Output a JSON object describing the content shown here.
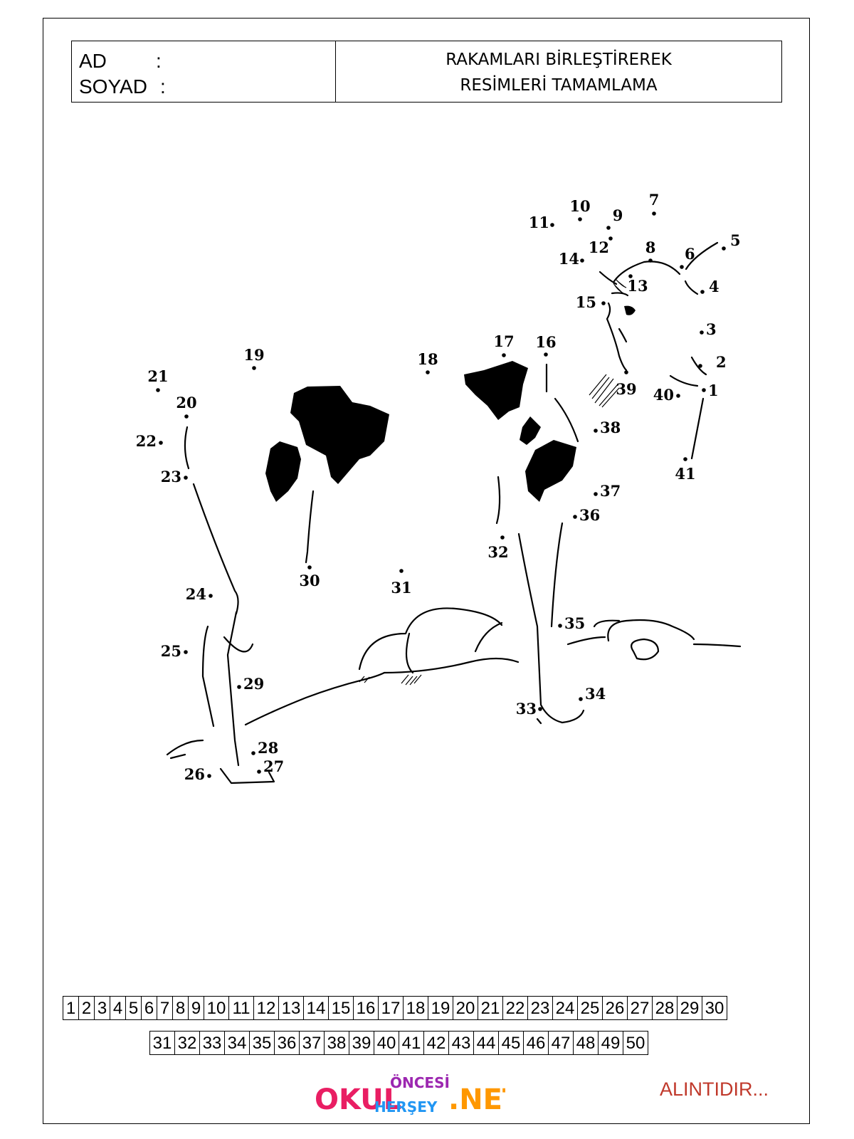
{
  "header": {
    "name_label": "AD",
    "surname_label": "SOYAD",
    "colon": ":",
    "title_line1": "RAKAMLARI BİRLEŞTİREREK",
    "title_line2": "RESİMLERİ TAMAMLAMA"
  },
  "dots": [
    "1",
    "2",
    "3",
    "4",
    "5",
    "6",
    "7",
    "8",
    "9",
    "10",
    "11",
    "12",
    "13",
    "14",
    "15",
    "16",
    "17",
    "18",
    "19",
    "20",
    "21",
    "22",
    "23",
    "24",
    "25",
    "26",
    "27",
    "28",
    "29",
    "30",
    "31",
    "32",
    "33",
    "34",
    "35",
    "36",
    "37",
    "38",
    "39",
    "40",
    "41"
  ],
  "number_strip": {
    "row1": [
      "1",
      "2",
      "3",
      "4",
      "5",
      "6",
      "7",
      "8",
      "9",
      "10",
      "11",
      "12",
      "13",
      "14",
      "15",
      "16",
      "17",
      "18",
      "19",
      "20",
      "21",
      "22",
      "23",
      "24",
      "25",
      "26",
      "27",
      "28",
      "29",
      "30"
    ],
    "row2": [
      "31",
      "32",
      "33",
      "34",
      "35",
      "36",
      "37",
      "38",
      "39",
      "40",
      "41",
      "42",
      "43",
      "44",
      "45",
      "46",
      "47",
      "48",
      "49",
      "50"
    ]
  },
  "logo": {
    "okul": "OKUL",
    "oncesi": "ÖNCESİ",
    "hersey": "HERŞEY",
    "net": ".NET",
    "colors": [
      "#e91e63",
      "#2196f3",
      "#4caf50",
      "#ff9800",
      "#9c27b0",
      "#f44336"
    ]
  },
  "source_note": "ALINTIDIR..."
}
